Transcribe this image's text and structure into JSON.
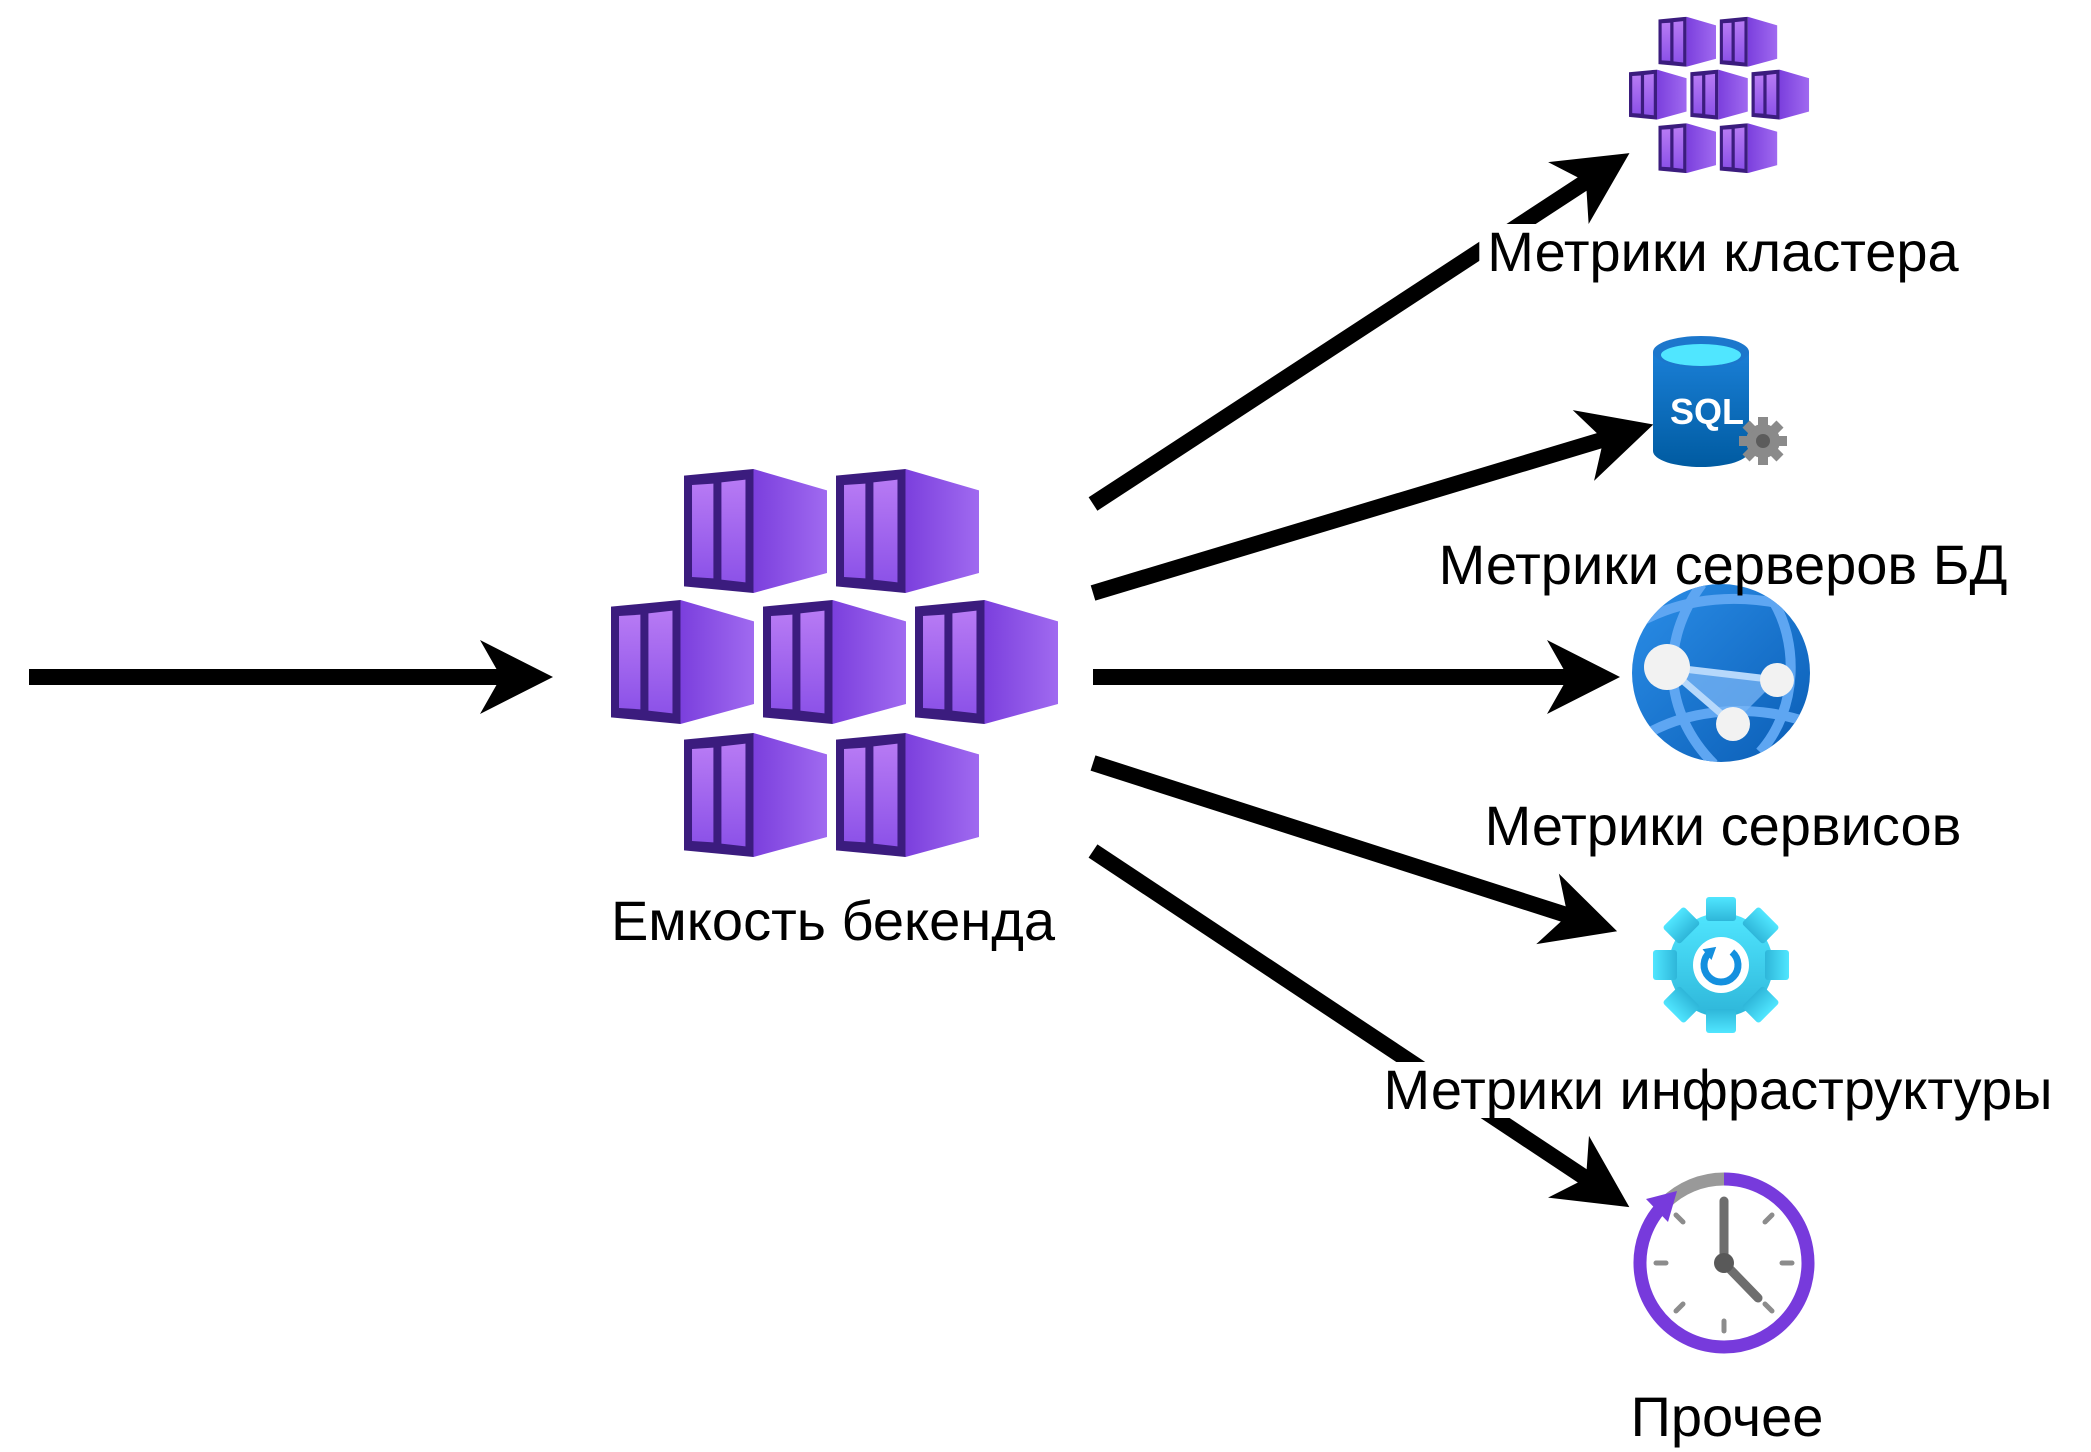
{
  "diagram": {
    "source": {
      "label": "Емкость бекенда",
      "icon": "container-cluster-icon"
    },
    "targets": [
      {
        "label": "Метрики кластера",
        "icon": "kubernetes-cluster-icon"
      },
      {
        "label": "Метрики серверов БД",
        "icon": "sql-database-icon",
        "icon_text": "SQL"
      },
      {
        "label": "Метрики сервисов",
        "icon": "app-service-globe-icon"
      },
      {
        "label": "Метрики инфраструктуры",
        "icon": "automation-gear-icon"
      },
      {
        "label": "Прочее",
        "icon": "clock-icon"
      }
    ]
  },
  "colors": {
    "arrow": "#000000",
    "cluster_purple": "#773adc",
    "azure_blue": "#0078d4",
    "gear_cyan": "#32bedd",
    "clock_gray": "#999999"
  }
}
